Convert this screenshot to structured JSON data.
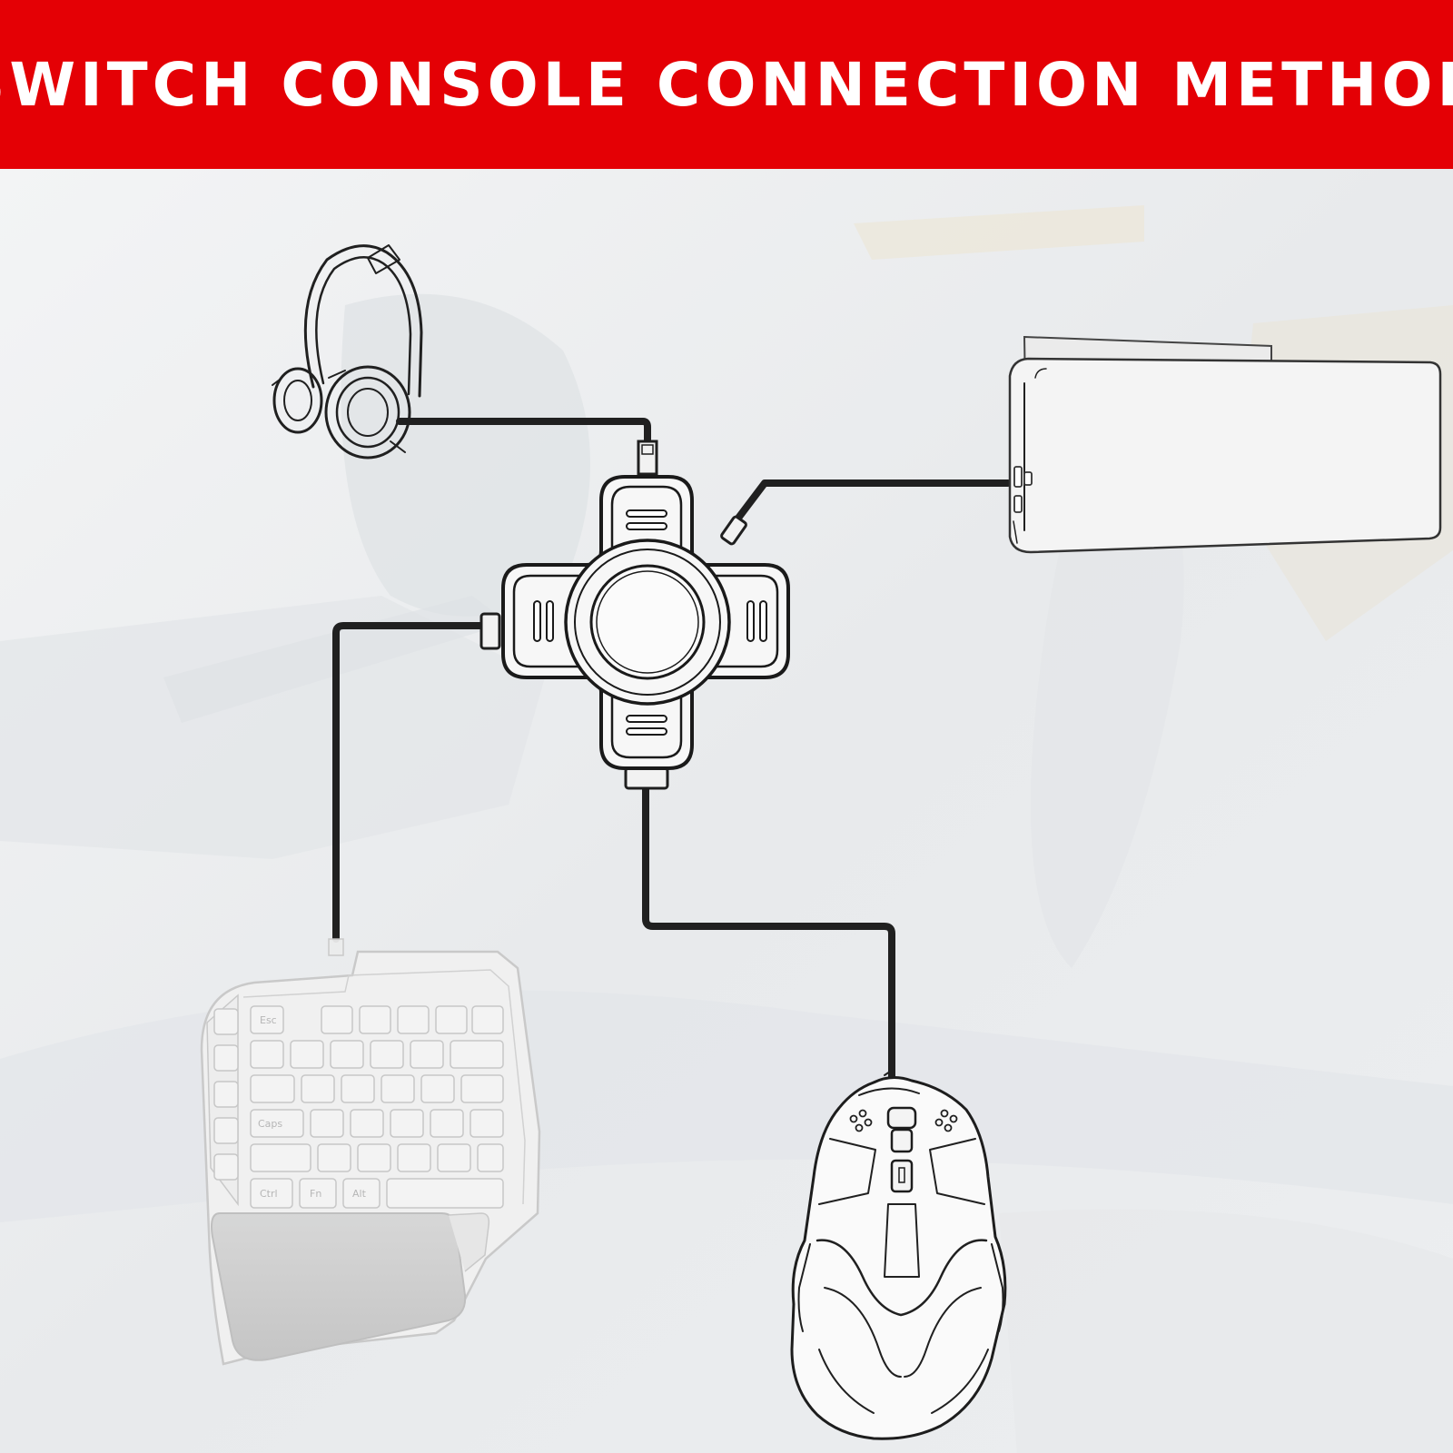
{
  "banner": {
    "title": "SWITCH CONSOLE CONNECTION METHOD",
    "background_color": "#e40005",
    "text_color": "#ffffff"
  },
  "diagram": {
    "hub": {
      "icon": "four-port-converter-hub-icon"
    },
    "devices": [
      {
        "id": "headset",
        "icon": "headset-icon"
      },
      {
        "id": "switch-dock",
        "icon": "switch-dock-icon"
      },
      {
        "id": "keyboard",
        "icon": "one-handed-keyboard-icon"
      },
      {
        "id": "mouse",
        "icon": "gaming-mouse-icon"
      }
    ],
    "keyboard_keys": {
      "esc": "Esc",
      "caps": "Caps",
      "ctrl": "Ctrl",
      "fn": "Fn",
      "alt": "Alt"
    }
  }
}
